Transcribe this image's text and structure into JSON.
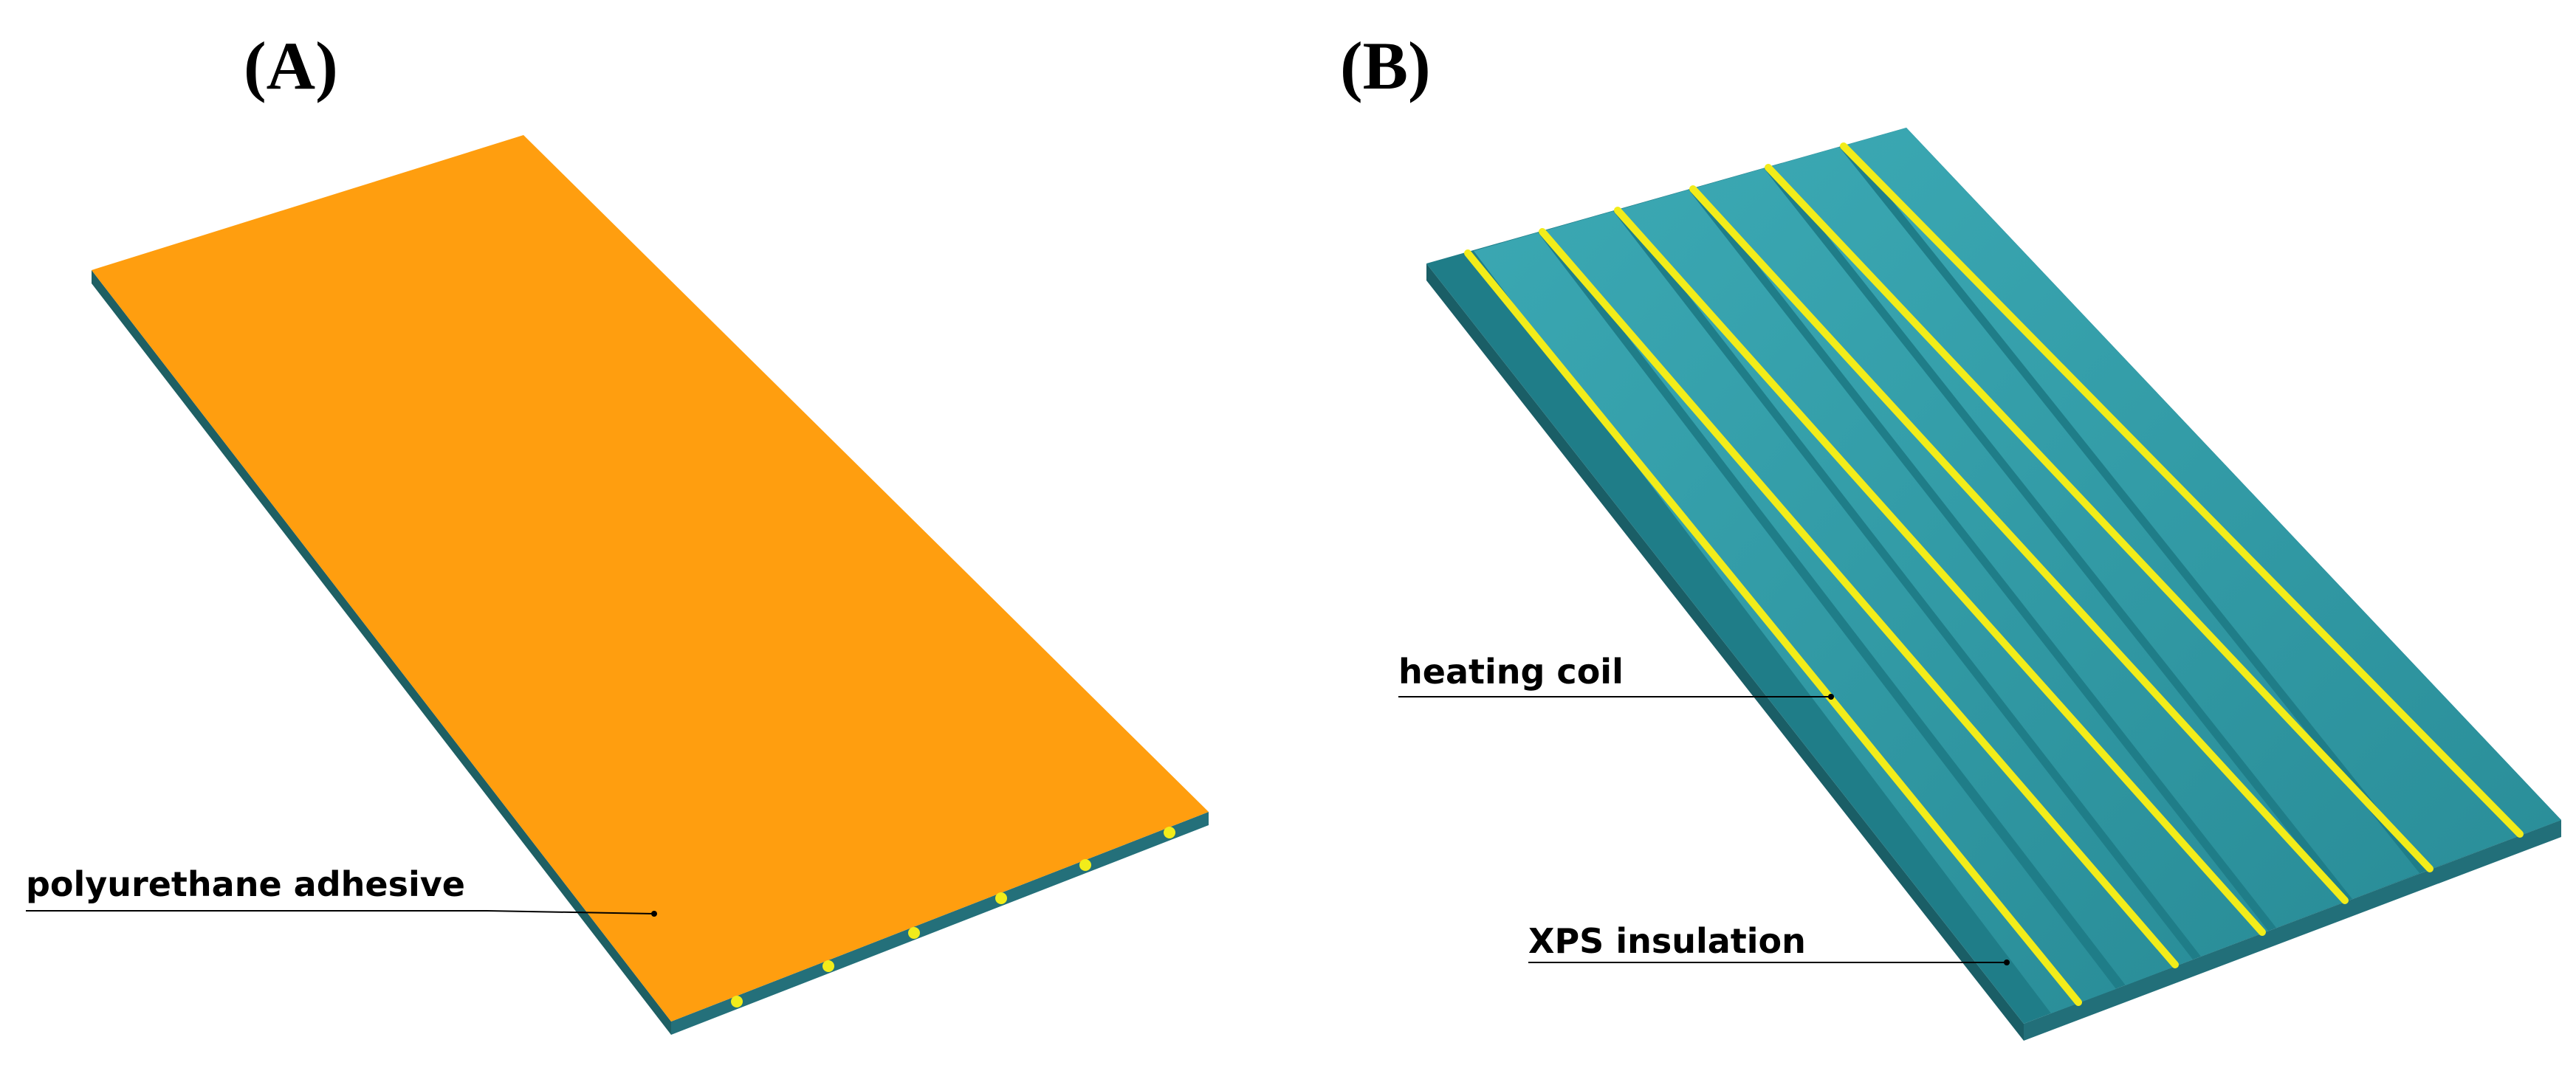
{
  "panels": [
    {
      "id": "A",
      "label": "(A)",
      "callouts": [
        {
          "text": "polyurethane adhesive"
        }
      ]
    },
    {
      "id": "B",
      "label": "(B)",
      "callouts": [
        {
          "text": "heating coil"
        },
        {
          "text": "XPS insulation"
        }
      ]
    }
  ],
  "colors": {
    "adhesive": "#FF9E0F",
    "insulation_top": "#2E9AA6",
    "insulation_edge": "#1F6E78",
    "coil": "#F2EC1A"
  }
}
